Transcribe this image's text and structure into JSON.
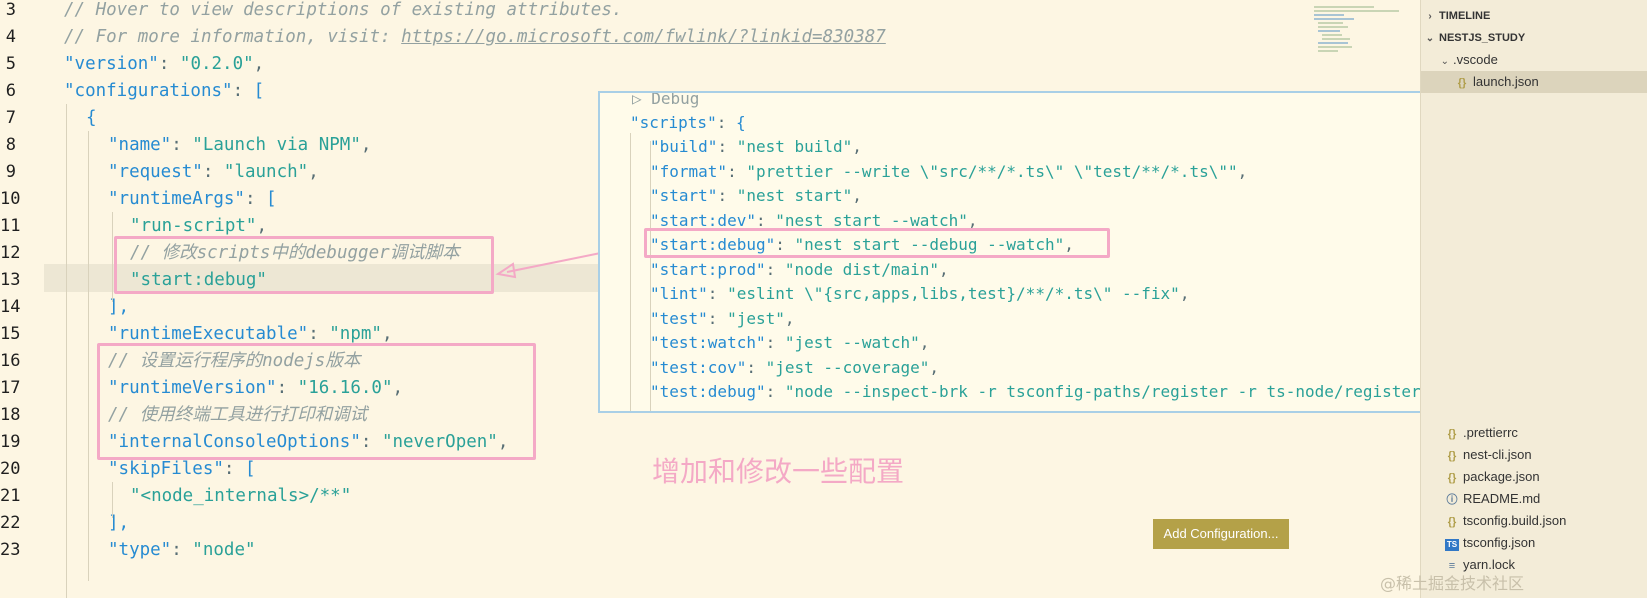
{
  "editor": {
    "lines": [
      {
        "n": "3",
        "text": "// Hover to view descriptions of existing attributes."
      },
      {
        "n": "4",
        "text_pre": "// For more information, visit: ",
        "link": "https://go.microsoft.com/fwlink/?linkid=830387"
      },
      {
        "n": "5",
        "key": "\"version\"",
        "val": "\"0.2.0\""
      },
      {
        "n": "6",
        "key": "\"configurations\"",
        "open": "["
      },
      {
        "n": "7",
        "open": "{"
      },
      {
        "n": "8",
        "key": "\"name\"",
        "val": "\"Launch via NPM\""
      },
      {
        "n": "9",
        "key": "\"request\"",
        "val": "\"launch\""
      },
      {
        "n": "10",
        "key": "\"runtimeArgs\"",
        "open": "["
      },
      {
        "n": "11",
        "val": "\"run-script\""
      },
      {
        "n": "12",
        "comment": "// 修改scripts中的debugger调试脚本"
      },
      {
        "n": "13",
        "val": "\"start:debug\""
      },
      {
        "n": "14",
        "close": "],"
      },
      {
        "n": "15",
        "key": "\"runtimeExecutable\"",
        "val": "\"npm\""
      },
      {
        "n": "16",
        "comment": "// 设置运行程序的nodejs版本"
      },
      {
        "n": "17",
        "key": "\"runtimeVersion\"",
        "val": "\"16.16.0\""
      },
      {
        "n": "18",
        "comment": "// 使用终端工具进行打印和调试"
      },
      {
        "n": "19",
        "key": "\"internalConsoleOptions\"",
        "val": "\"neverOpen\""
      },
      {
        "n": "20",
        "key": "\"skipFiles\"",
        "open": "["
      },
      {
        "n": "21",
        "val": "\"<node_internals>/**\""
      },
      {
        "n": "22",
        "close": "],"
      },
      {
        "n": "23",
        "key": "\"type\"",
        "val": "\"node\""
      }
    ]
  },
  "popup": {
    "header": "Debug",
    "scripts_key": "\"scripts\"",
    "scripts": [
      {
        "key": "\"build\"",
        "val": "\"nest build\""
      },
      {
        "key": "\"format\"",
        "val": "\"prettier --write \\\"src/**/*.ts\\\" \\\"test/**/*.ts\\\"\""
      },
      {
        "key": "\"start\"",
        "val": "\"nest start\""
      },
      {
        "key": "\"start:dev\"",
        "val": "\"nest start --watch\""
      },
      {
        "key": "\"start:debug\"",
        "val": "\"nest start --debug --watch\""
      },
      {
        "key": "\"start:prod\"",
        "val": "\"node dist/main\""
      },
      {
        "key": "\"lint\"",
        "val": "\"eslint \\\"{src,apps,libs,test}/**/*.ts\\\" --fix\""
      },
      {
        "key": "\"test\"",
        "val": "\"jest\""
      },
      {
        "key": "\"test:watch\"",
        "val": "\"jest --watch\""
      },
      {
        "key": "\"test:cov\"",
        "val": "\"jest --coverage\""
      },
      {
        "key": "\"test:debug\"",
        "val": "\"node --inspect-brk -r tsconfig-paths/register -r ts-node/register node_modules/"
      }
    ]
  },
  "annotation": "增加和修改一些配置",
  "add_configuration_label": "Add Configuration...",
  "explorer": {
    "timeline_label": "TIMELINE",
    "project_label": "NESTJS_STUDY",
    "vscode_folder": ".vscode",
    "top_files": [
      "launch.json"
    ],
    "bottom_files": [
      {
        "name": ".prettierrc",
        "icon": "{}"
      },
      {
        "name": "nest-cli.json",
        "icon": "{}"
      },
      {
        "name": "package.json",
        "icon": "{}"
      },
      {
        "name": "README.md",
        "icon": "ⓘ"
      },
      {
        "name": "tsconfig.build.json",
        "icon": "{}"
      },
      {
        "name": "tsconfig.json",
        "icon": "TS"
      },
      {
        "name": "yarn.lock",
        "icon": "≡"
      }
    ]
  },
  "watermark": "@稀土掘金技术社区"
}
